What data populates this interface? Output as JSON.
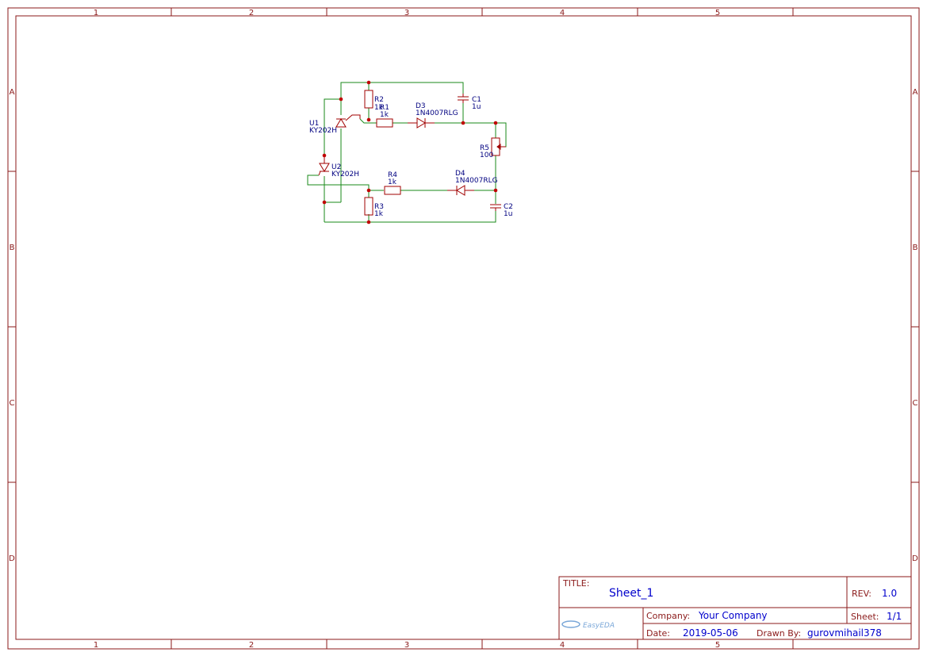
{
  "frame": {
    "columns": [
      "1",
      "2",
      "3",
      "4",
      "5"
    ],
    "rows": [
      "A",
      "B",
      "C",
      "D"
    ]
  },
  "components": {
    "u1": {
      "ref": "U1",
      "value": "KY202H"
    },
    "u2": {
      "ref": "U2",
      "value": "KY202H"
    },
    "r1": {
      "ref": "R1",
      "value": "1k"
    },
    "r2": {
      "ref": "R2",
      "value": "1k"
    },
    "r3": {
      "ref": "R3",
      "value": "1k"
    },
    "r4": {
      "ref": "R4",
      "value": "1k"
    },
    "r5": {
      "ref": "R5",
      "value": "100"
    },
    "d3": {
      "ref": "D3",
      "value": "1N4007RLG"
    },
    "d4": {
      "ref": "D4",
      "value": "1N4007RLG"
    },
    "c1": {
      "ref": "C1",
      "value": "1u"
    },
    "c2": {
      "ref": "C2",
      "value": "1u"
    }
  },
  "title_block": {
    "title_label": "TITLE:",
    "title": "Sheet_1",
    "rev_label": "REV:",
    "rev": "1.0",
    "company_label": "Company:",
    "company": "Your Company",
    "sheet_label": "Sheet:",
    "sheet": "1/1",
    "date_label": "Date:",
    "date": "2019-05-06",
    "drawn_label": "Drawn By:",
    "drawn_by": "gurovmihail378",
    "logo": "EasyEDA"
  },
  "colors": {
    "frame": "#8b1a1a",
    "wire": "#1a8a1a",
    "component": "#a00000",
    "label": "#000080",
    "junction": "#c00000"
  }
}
